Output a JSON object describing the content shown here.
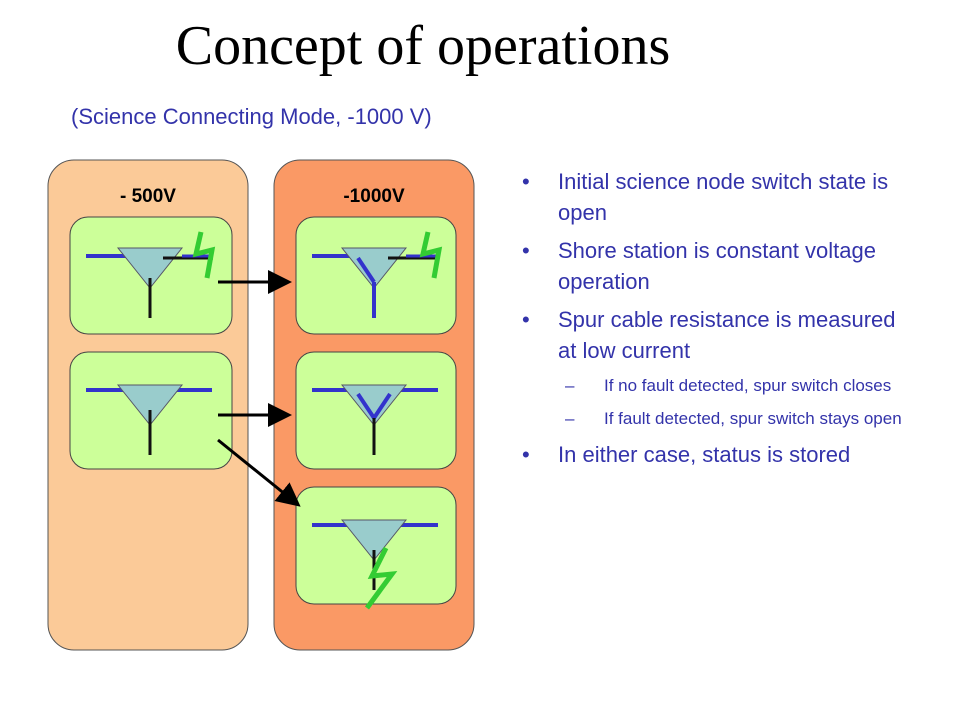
{
  "title": "Concept of operations",
  "subtitle": "(Science Connecting Mode, -1000 V)",
  "columns": [
    {
      "label": "- 500V",
      "color": "#fbca98"
    },
    {
      "label": "-1000V",
      "color": "#fa9965"
    }
  ],
  "colors": {
    "node_fill": "#ccff99",
    "wire": "#3333cc",
    "triangle": "#99cccc",
    "fault": "#33cc33"
  },
  "bullets": [
    {
      "text": "Initial science node switch state is open"
    },
    {
      "text": "Shore station is constant voltage operation"
    },
    {
      "text": "Spur cable resistance is measured at low current",
      "sub": [
        "If no fault detected, spur switch closes",
        "If fault detected, spur switch stays open"
      ]
    },
    {
      "text": "In either case, status is stored"
    }
  ]
}
